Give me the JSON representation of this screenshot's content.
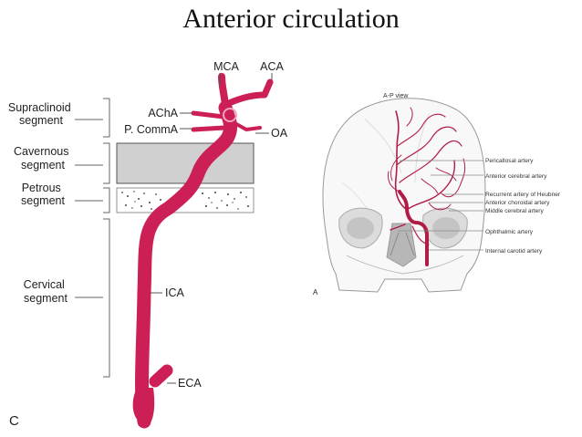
{
  "title": "Anterior circulation",
  "left_figure": {
    "segments": [
      {
        "line1": "Supraclinoid",
        "line2": "segment"
      },
      {
        "line1": "Cavernous",
        "line2": "segment"
      },
      {
        "line1": "Petrous",
        "line2": "segment"
      },
      {
        "line1": "Cervical",
        "line2": "segment"
      }
    ],
    "vessel_labels": {
      "mca": "MCA",
      "aca": "ACA",
      "acha": "AChA",
      "pcomm": "P. CommA",
      "oa": "OA",
      "ica": "ICA",
      "eca": "ECA"
    },
    "panel_letter": "C",
    "vessel_color": "#cc1f55"
  },
  "right_figure": {
    "view_label": "A-P view",
    "labels": [
      "Pericallosal artery",
      "Anterior cerebral artery",
      "Recurrent artery of Heubner",
      "Anterior choroidal artery",
      "Middle cerebral artery",
      "Ophthalmic artery",
      "Internal carotid artery"
    ],
    "panel_letter": "A"
  }
}
